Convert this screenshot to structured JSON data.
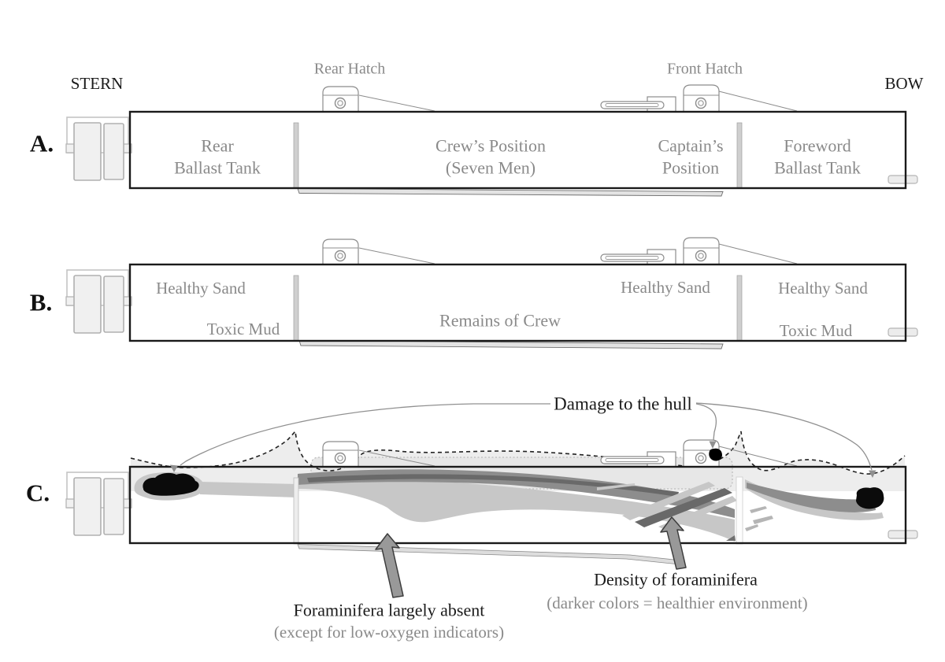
{
  "colors": {
    "text_gray": "#8a8a8a",
    "text_black": "#1a1a1a",
    "mud_fill": "#ededed",
    "foram_light": "#c7c7c7",
    "foram_medium": "#8d8d8d",
    "foram_dark": "#696969",
    "damage_black": "#0b0b0b"
  },
  "header": {
    "stern": "STERN",
    "bow": "BOW",
    "rear_hatch": "Rear Hatch",
    "front_hatch": "Front Hatch"
  },
  "panel_a": {
    "letter": "A.",
    "compartments": {
      "rear_ballast": {
        "line1": "Rear",
        "line2": "Ballast Tank"
      },
      "crew": {
        "line1": "Crew’s Position",
        "line2": "(Seven Men)"
      },
      "captain": {
        "line1": "Captain’s",
        "line2": "Position"
      },
      "fore_ballast": {
        "line1": "Foreword",
        "line2": "Ballast Tank"
      }
    }
  },
  "panel_b": {
    "letter": "B.",
    "healthy_sand_left": "Healthy Sand",
    "healthy_sand_mid": "Healthy Sand",
    "healthy_sand_right": "Healthy Sand",
    "toxic_mud_left": "Toxic Mud",
    "toxic_mud_right": "Toxic Mud",
    "remains": "Remains of Crew"
  },
  "panel_c": {
    "letter": "C.",
    "damage_label": "Damage to the hull",
    "absent_title": "Foraminifera largely absent",
    "absent_sub": "(except for low-oxygen indicators)",
    "density_title": "Density of foraminifera",
    "density_sub": "(darker colors = healthier environment)"
  }
}
